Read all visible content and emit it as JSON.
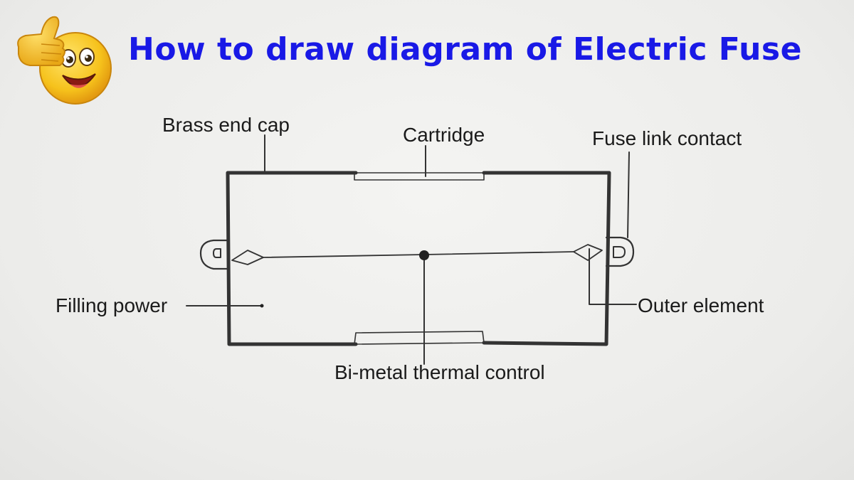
{
  "title": "How to draw diagram of Electric Fuse",
  "labels": {
    "brass_end_cap": "Brass end cap",
    "cartridge": "Cartridge",
    "fuse_link_contact": "Fuse link contact",
    "filling_power": "Filling power",
    "outer_element": "Outer element",
    "bimetal_thermal_control": "Bi-metal thermal control"
  },
  "colors": {
    "title": "#1919e6",
    "ink": "#333333",
    "emoji_face": "#f6c21c"
  },
  "icons": {
    "thumbs_up_emoji": "thumbs-up-smiley-icon"
  }
}
